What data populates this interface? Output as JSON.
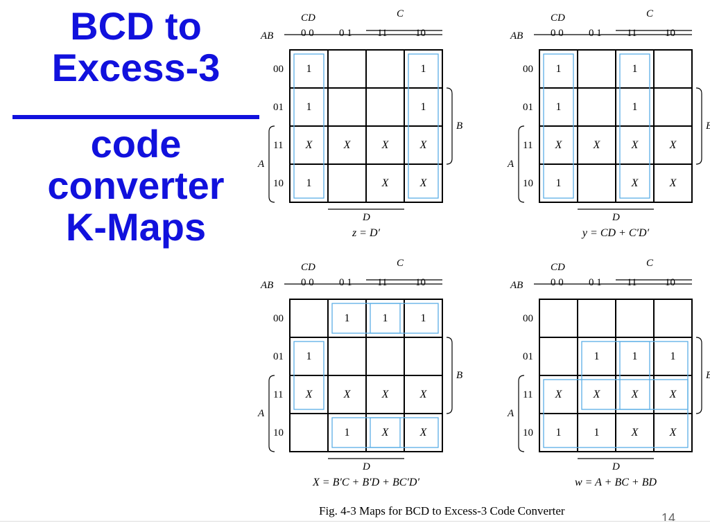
{
  "slide": {
    "title_lines": [
      "BCD to",
      "Excess-3",
      "code",
      "converter",
      "K-Maps"
    ],
    "caption": "Fig. 4-3  Maps for BCD to Excess-3 Code Converter",
    "page_number": "14"
  },
  "kmap_labels": {
    "cd": "CD",
    "ab": "AB",
    "col_codes": [
      "0 0",
      "0 1",
      "11",
      "10"
    ],
    "row_codes": [
      "00",
      "01",
      "11",
      "10"
    ],
    "c": "C",
    "b": "B",
    "a": "A",
    "d": "D"
  },
  "kmaps": [
    {
      "id": "z",
      "equation": "z = D′",
      "cells": [
        [
          "1",
          "",
          "",
          "1"
        ],
        [
          "1",
          "",
          "",
          "1"
        ],
        [
          "X",
          "X",
          "X",
          "X"
        ],
        [
          "1",
          "",
          "X",
          "X"
        ]
      ],
      "groups": [
        {
          "rows": [
            0,
            3
          ],
          "cols": [
            0,
            0
          ]
        },
        {
          "rows": [
            0,
            3
          ],
          "cols": [
            3,
            3
          ]
        }
      ]
    },
    {
      "id": "y",
      "equation": "y = CD + C′D′",
      "cells": [
        [
          "1",
          "",
          "1",
          ""
        ],
        [
          "1",
          "",
          "1",
          ""
        ],
        [
          "X",
          "X",
          "X",
          "X"
        ],
        [
          "1",
          "",
          "X",
          "X"
        ]
      ],
      "groups": [
        {
          "rows": [
            0,
            3
          ],
          "cols": [
            0,
            0
          ]
        },
        {
          "rows": [
            0,
            3
          ],
          "cols": [
            2,
            2
          ]
        }
      ]
    },
    {
      "id": "x",
      "equation": "X = B′C + B′D + BC′D′",
      "cells": [
        [
          "",
          "1",
          "1",
          "1"
        ],
        [
          "1",
          "",
          "",
          ""
        ],
        [
          "X",
          "X",
          "X",
          "X"
        ],
        [
          "",
          "1",
          "X",
          "X"
        ]
      ],
      "groups": [
        {
          "rows": [
            0,
            0
          ],
          "cols": [
            1,
            2
          ]
        },
        {
          "rows": [
            0,
            0
          ],
          "cols": [
            2,
            3
          ]
        },
        {
          "rows": [
            3,
            3
          ],
          "cols": [
            1,
            2
          ]
        },
        {
          "rows": [
            3,
            3
          ],
          "cols": [
            2,
            3
          ]
        },
        {
          "rows": [
            1,
            2
          ],
          "cols": [
            0,
            0
          ]
        }
      ]
    },
    {
      "id": "w",
      "equation": "w = A + BC + BD",
      "cells": [
        [
          "",
          "",
          "",
          ""
        ],
        [
          "",
          "1",
          "1",
          "1"
        ],
        [
          "X",
          "X",
          "X",
          "X"
        ],
        [
          "1",
          "1",
          "X",
          "X"
        ]
      ],
      "groups": [
        {
          "rows": [
            2,
            3
          ],
          "cols": [
            0,
            3
          ]
        },
        {
          "rows": [
            1,
            2
          ],
          "cols": [
            1,
            2
          ]
        },
        {
          "rows": [
            1,
            2
          ],
          "cols": [
            2,
            3
          ]
        }
      ]
    }
  ]
}
